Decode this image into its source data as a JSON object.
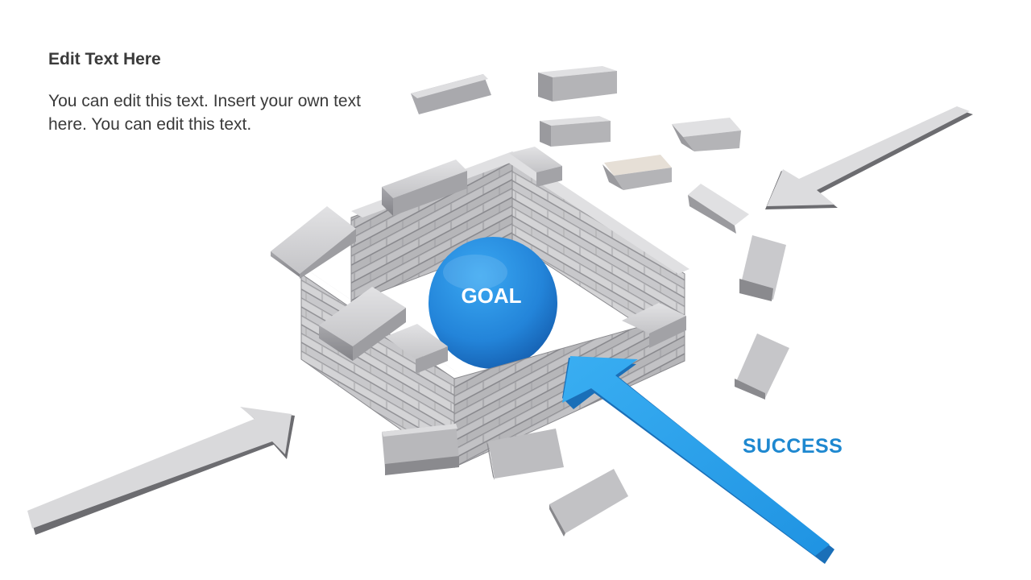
{
  "text_box": {
    "heading": "Edit Text Here",
    "body": "You can edit this text. Insert your own text here. You can edit this text."
  },
  "diagram": {
    "goal_label": "GOAL",
    "success_label": "SUCCESS"
  },
  "colors": {
    "goal_blue": "#2a8fe0",
    "success_arrow": "#2aa0ea",
    "success_text": "#1e88d0",
    "brick_light": "#c9c9cb",
    "brick_dark": "#8f8f93",
    "text": "#3a3a3a"
  }
}
